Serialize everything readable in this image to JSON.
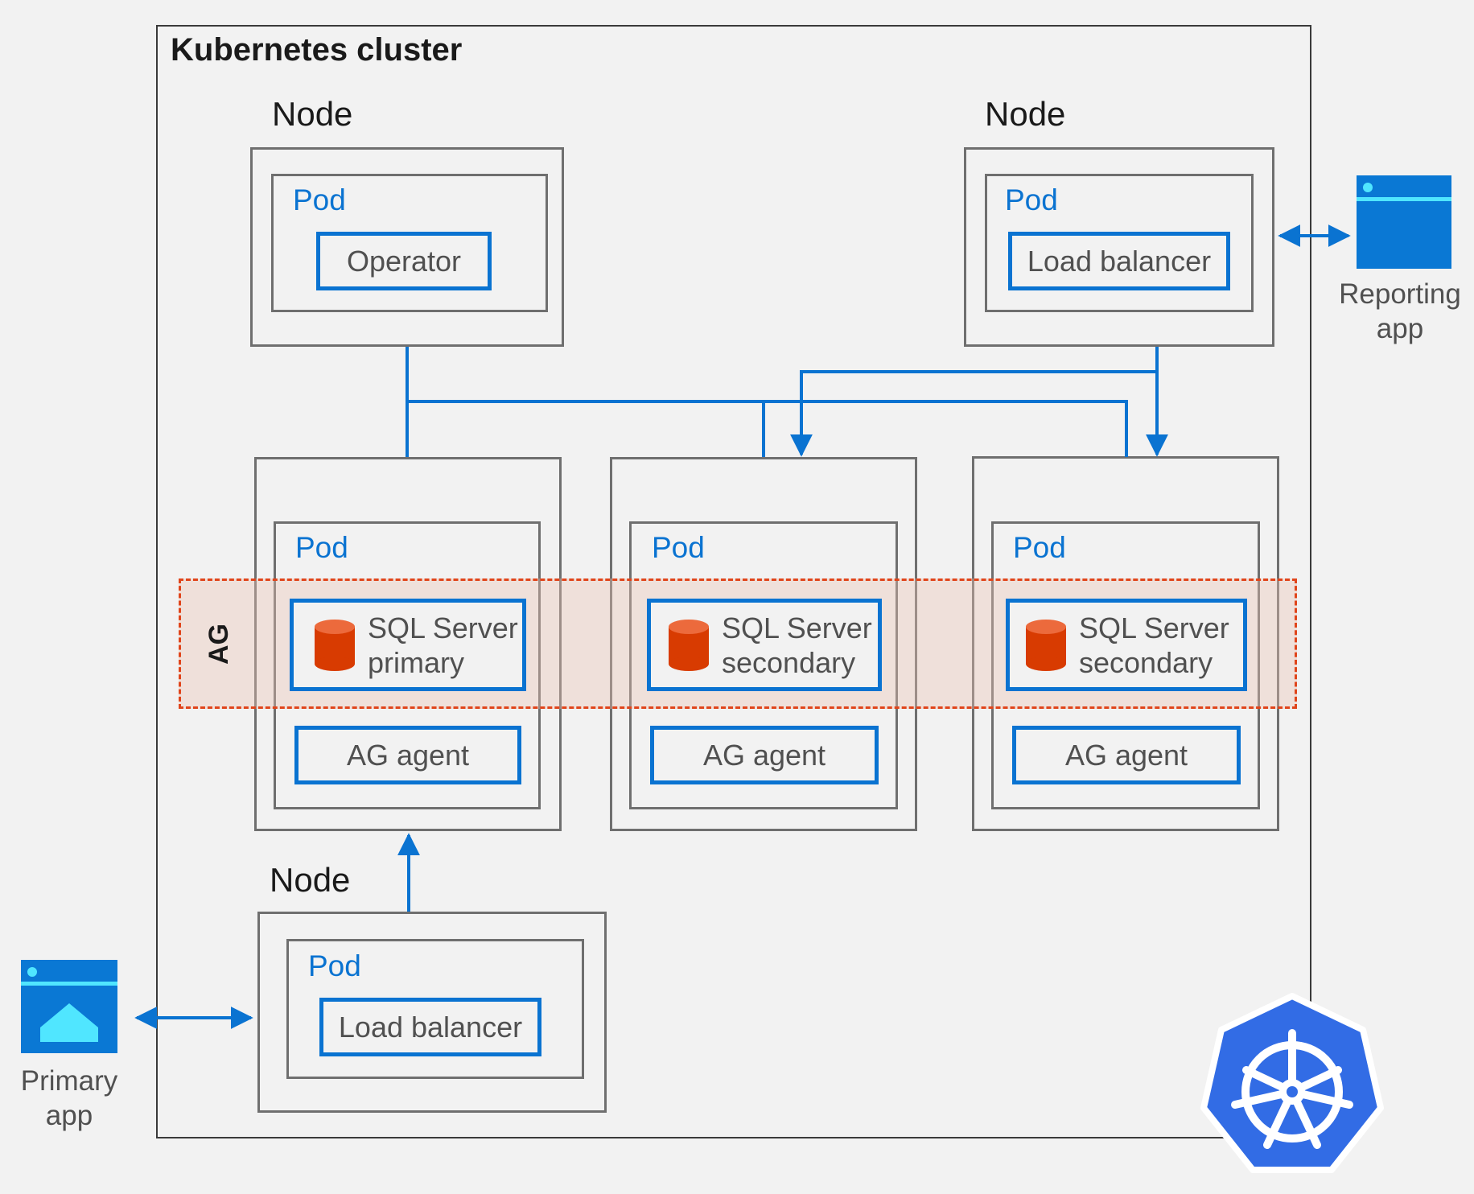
{
  "cluster": {
    "title": "Kubernetes cluster"
  },
  "node_label": "Node",
  "pod_label": "Pod",
  "ag": {
    "label": "AG",
    "band_color": "#e0451b"
  },
  "components": {
    "operator": "Operator",
    "load_balancer_top": "Load balancer",
    "load_balancer_bottom": "Load balancer",
    "sql_primary_line1": "SQL Server",
    "sql_primary_line2": "primary",
    "sql_secondary1_line1": "SQL Server",
    "sql_secondary1_line2": "secondary",
    "sql_secondary2_line1": "SQL Server",
    "sql_secondary2_line2": "secondary",
    "ag_agent_1": "AG agent",
    "ag_agent_2": "AG agent",
    "ag_agent_3": "AG agent"
  },
  "apps": {
    "reporting_line1": "Reporting",
    "reporting_line2": "app",
    "primary_line1": "Primary",
    "primary_line2": "app"
  },
  "icons": {
    "database": "database-cylinder-icon",
    "app_window": "app-window-icon",
    "kubernetes": "kubernetes-logo-icon"
  },
  "colors": {
    "accent_blue": "#0a73d1",
    "database_red": "#d83b01",
    "app_icon_blue": "#0a78d4",
    "kubernetes_blue": "#326ce5"
  }
}
